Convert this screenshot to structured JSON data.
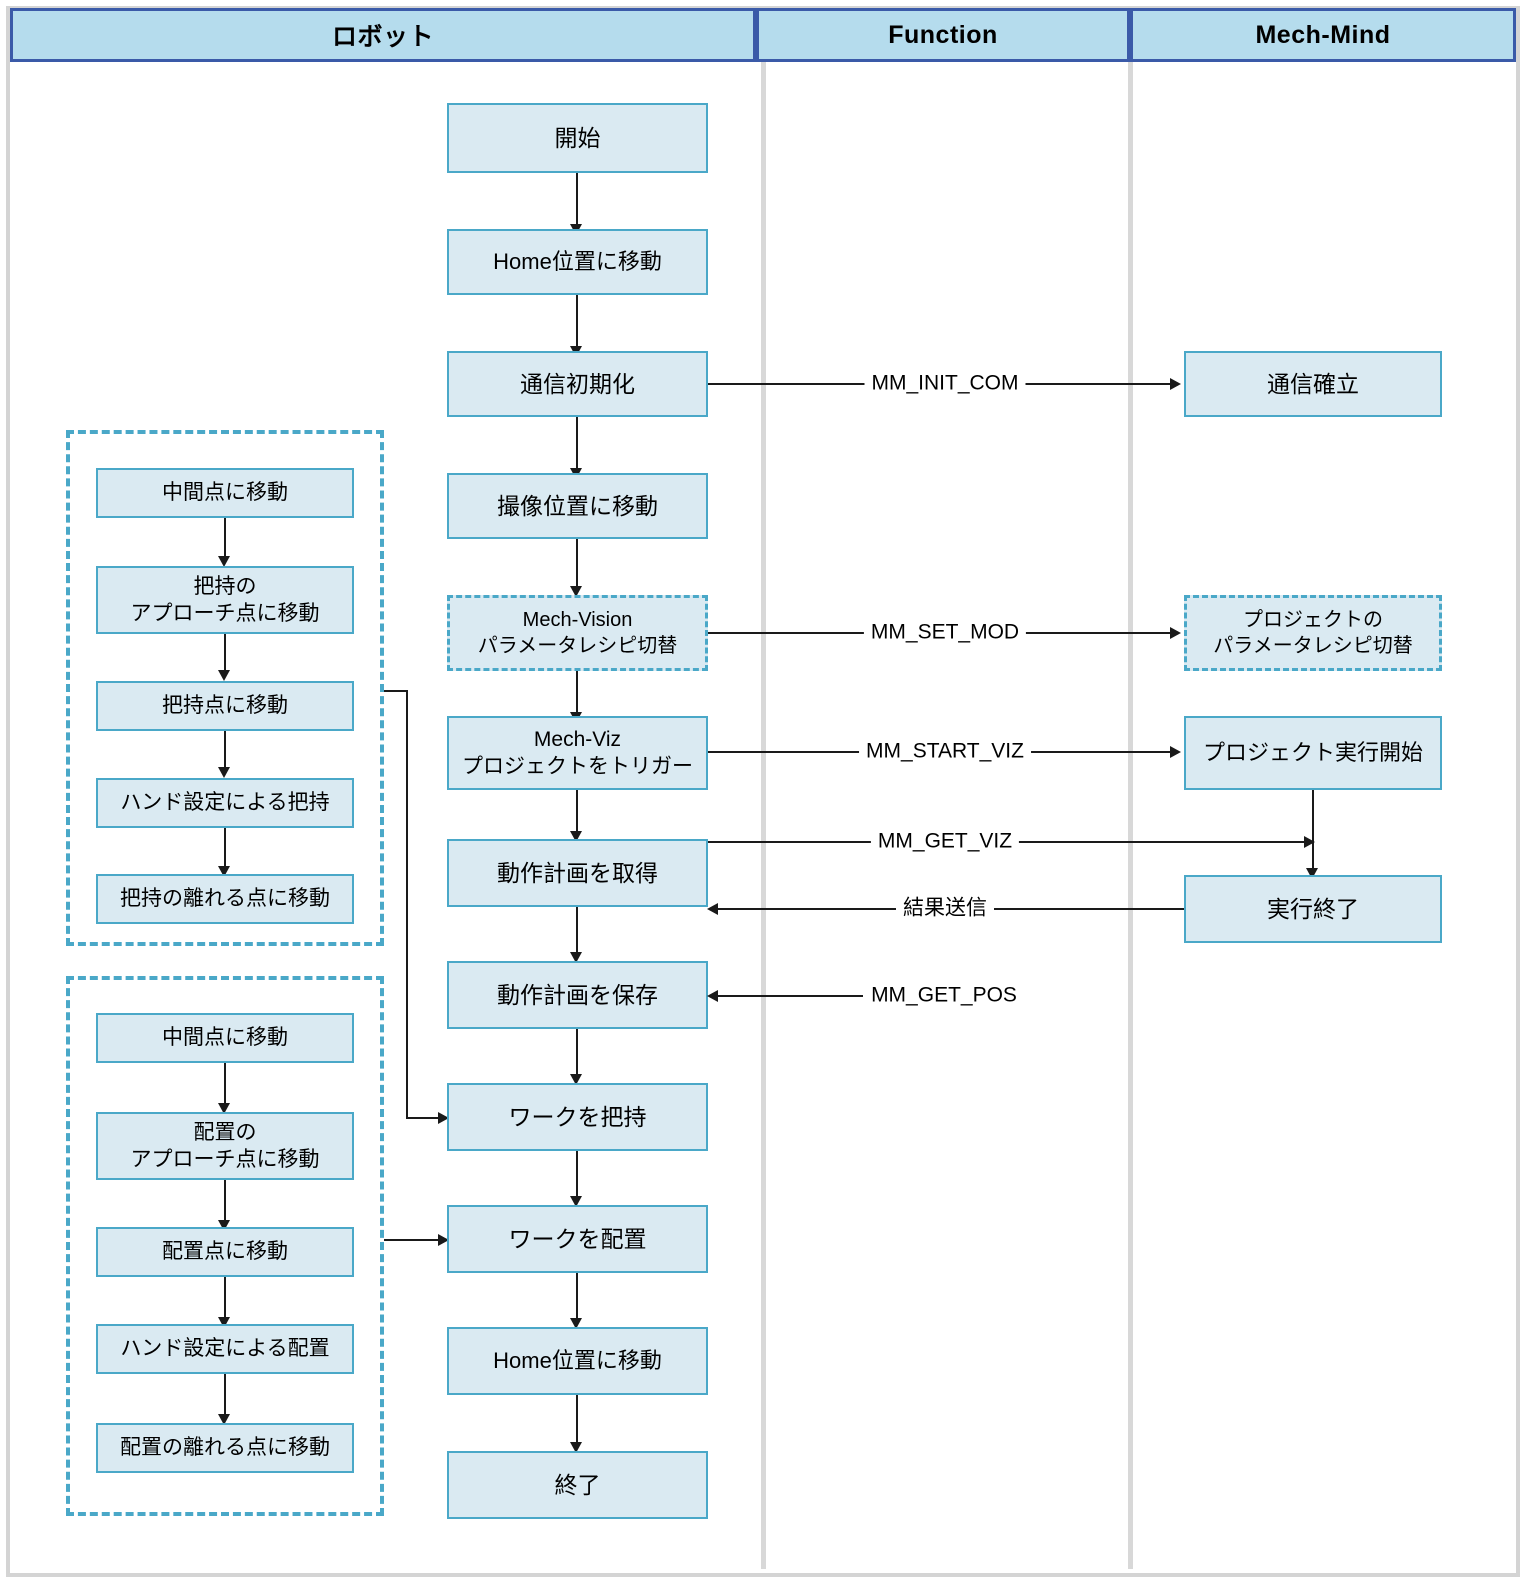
{
  "diagram": {
    "lanes": [
      {
        "id": "robot",
        "label": "ロボット"
      },
      {
        "id": "function",
        "label": "Function"
      },
      {
        "id": "mechmind",
        "label": "Mech-Mind"
      }
    ],
    "colors": {
      "node_fill": "#daeaf2",
      "node_border": "#4aa8c8",
      "header_fill": "#b5dced",
      "header_border": "#3a5aa8",
      "frame": "#d4d4d4",
      "connector": "#1a1a1a",
      "lane_divider": "#d8d8d8"
    },
    "main_flow": [
      {
        "id": "start",
        "label": "開始"
      },
      {
        "id": "home1",
        "label": "Home位置に移動"
      },
      {
        "id": "init_comm",
        "label": "通信初期化"
      },
      {
        "id": "capture_pos",
        "label": "撮像位置に移動"
      },
      {
        "id": "vision_recipe",
        "line1": "Mech-Vision",
        "line2": "パラメータレシピ切替",
        "style": "dashed"
      },
      {
        "id": "viz_trigger",
        "line1": "Mech-Viz",
        "line2": "プロジェクトをトリガー"
      },
      {
        "id": "get_plan",
        "label": "動作計画を取得"
      },
      {
        "id": "save_plan",
        "label": "動作計画を保存"
      },
      {
        "id": "pick_work",
        "label": "ワークを把持"
      },
      {
        "id": "place_work",
        "label": "ワークを配置"
      },
      {
        "id": "home2",
        "label": "Home位置に移動"
      },
      {
        "id": "end",
        "label": "終了"
      }
    ],
    "pick_group": {
      "id": "pick-sequence",
      "steps": [
        {
          "id": "pick_mid",
          "label": "中間点に移動"
        },
        {
          "id": "pick_approach",
          "line1": "把持の",
          "line2": "アプローチ点に移動"
        },
        {
          "id": "pick_point",
          "label": "把持点に移動"
        },
        {
          "id": "pick_hand",
          "label": "ハンド設定による把持"
        },
        {
          "id": "pick_depart",
          "label": "把持の離れる点に移動"
        }
      ]
    },
    "place_group": {
      "id": "place-sequence",
      "steps": [
        {
          "id": "place_mid",
          "label": "中間点に移動"
        },
        {
          "id": "place_approach",
          "line1": "配置の",
          "line2": "アプローチ点に移動"
        },
        {
          "id": "place_point",
          "label": "配置点に移動"
        },
        {
          "id": "place_hand",
          "label": "ハンド設定による配置"
        },
        {
          "id": "place_depart",
          "label": "配置の離れる点に移動"
        }
      ]
    },
    "mechmind_flow": [
      {
        "id": "comm_ok",
        "label": "通信確立"
      },
      {
        "id": "proj_recipe",
        "line1": "プロジェクトの",
        "line2": "パラメータレシピ切替",
        "style": "dashed"
      },
      {
        "id": "proj_start",
        "label": "プロジェクト実行開始"
      },
      {
        "id": "proj_end",
        "label": "実行終了"
      }
    ],
    "messages": [
      {
        "id": "msg_init_com",
        "label": "MM_INIT_COM",
        "direction": "right"
      },
      {
        "id": "msg_set_mod",
        "label": "MM_SET_MOD",
        "direction": "right"
      },
      {
        "id": "msg_start_viz",
        "label": "MM_START_VIZ",
        "direction": "right"
      },
      {
        "id": "msg_get_viz",
        "label": "MM_GET_VIZ",
        "direction": "right"
      },
      {
        "id": "msg_result",
        "label": "結果送信",
        "direction": "left"
      },
      {
        "id": "msg_get_pos",
        "label": "MM_GET_POS",
        "direction": "left"
      }
    ]
  }
}
